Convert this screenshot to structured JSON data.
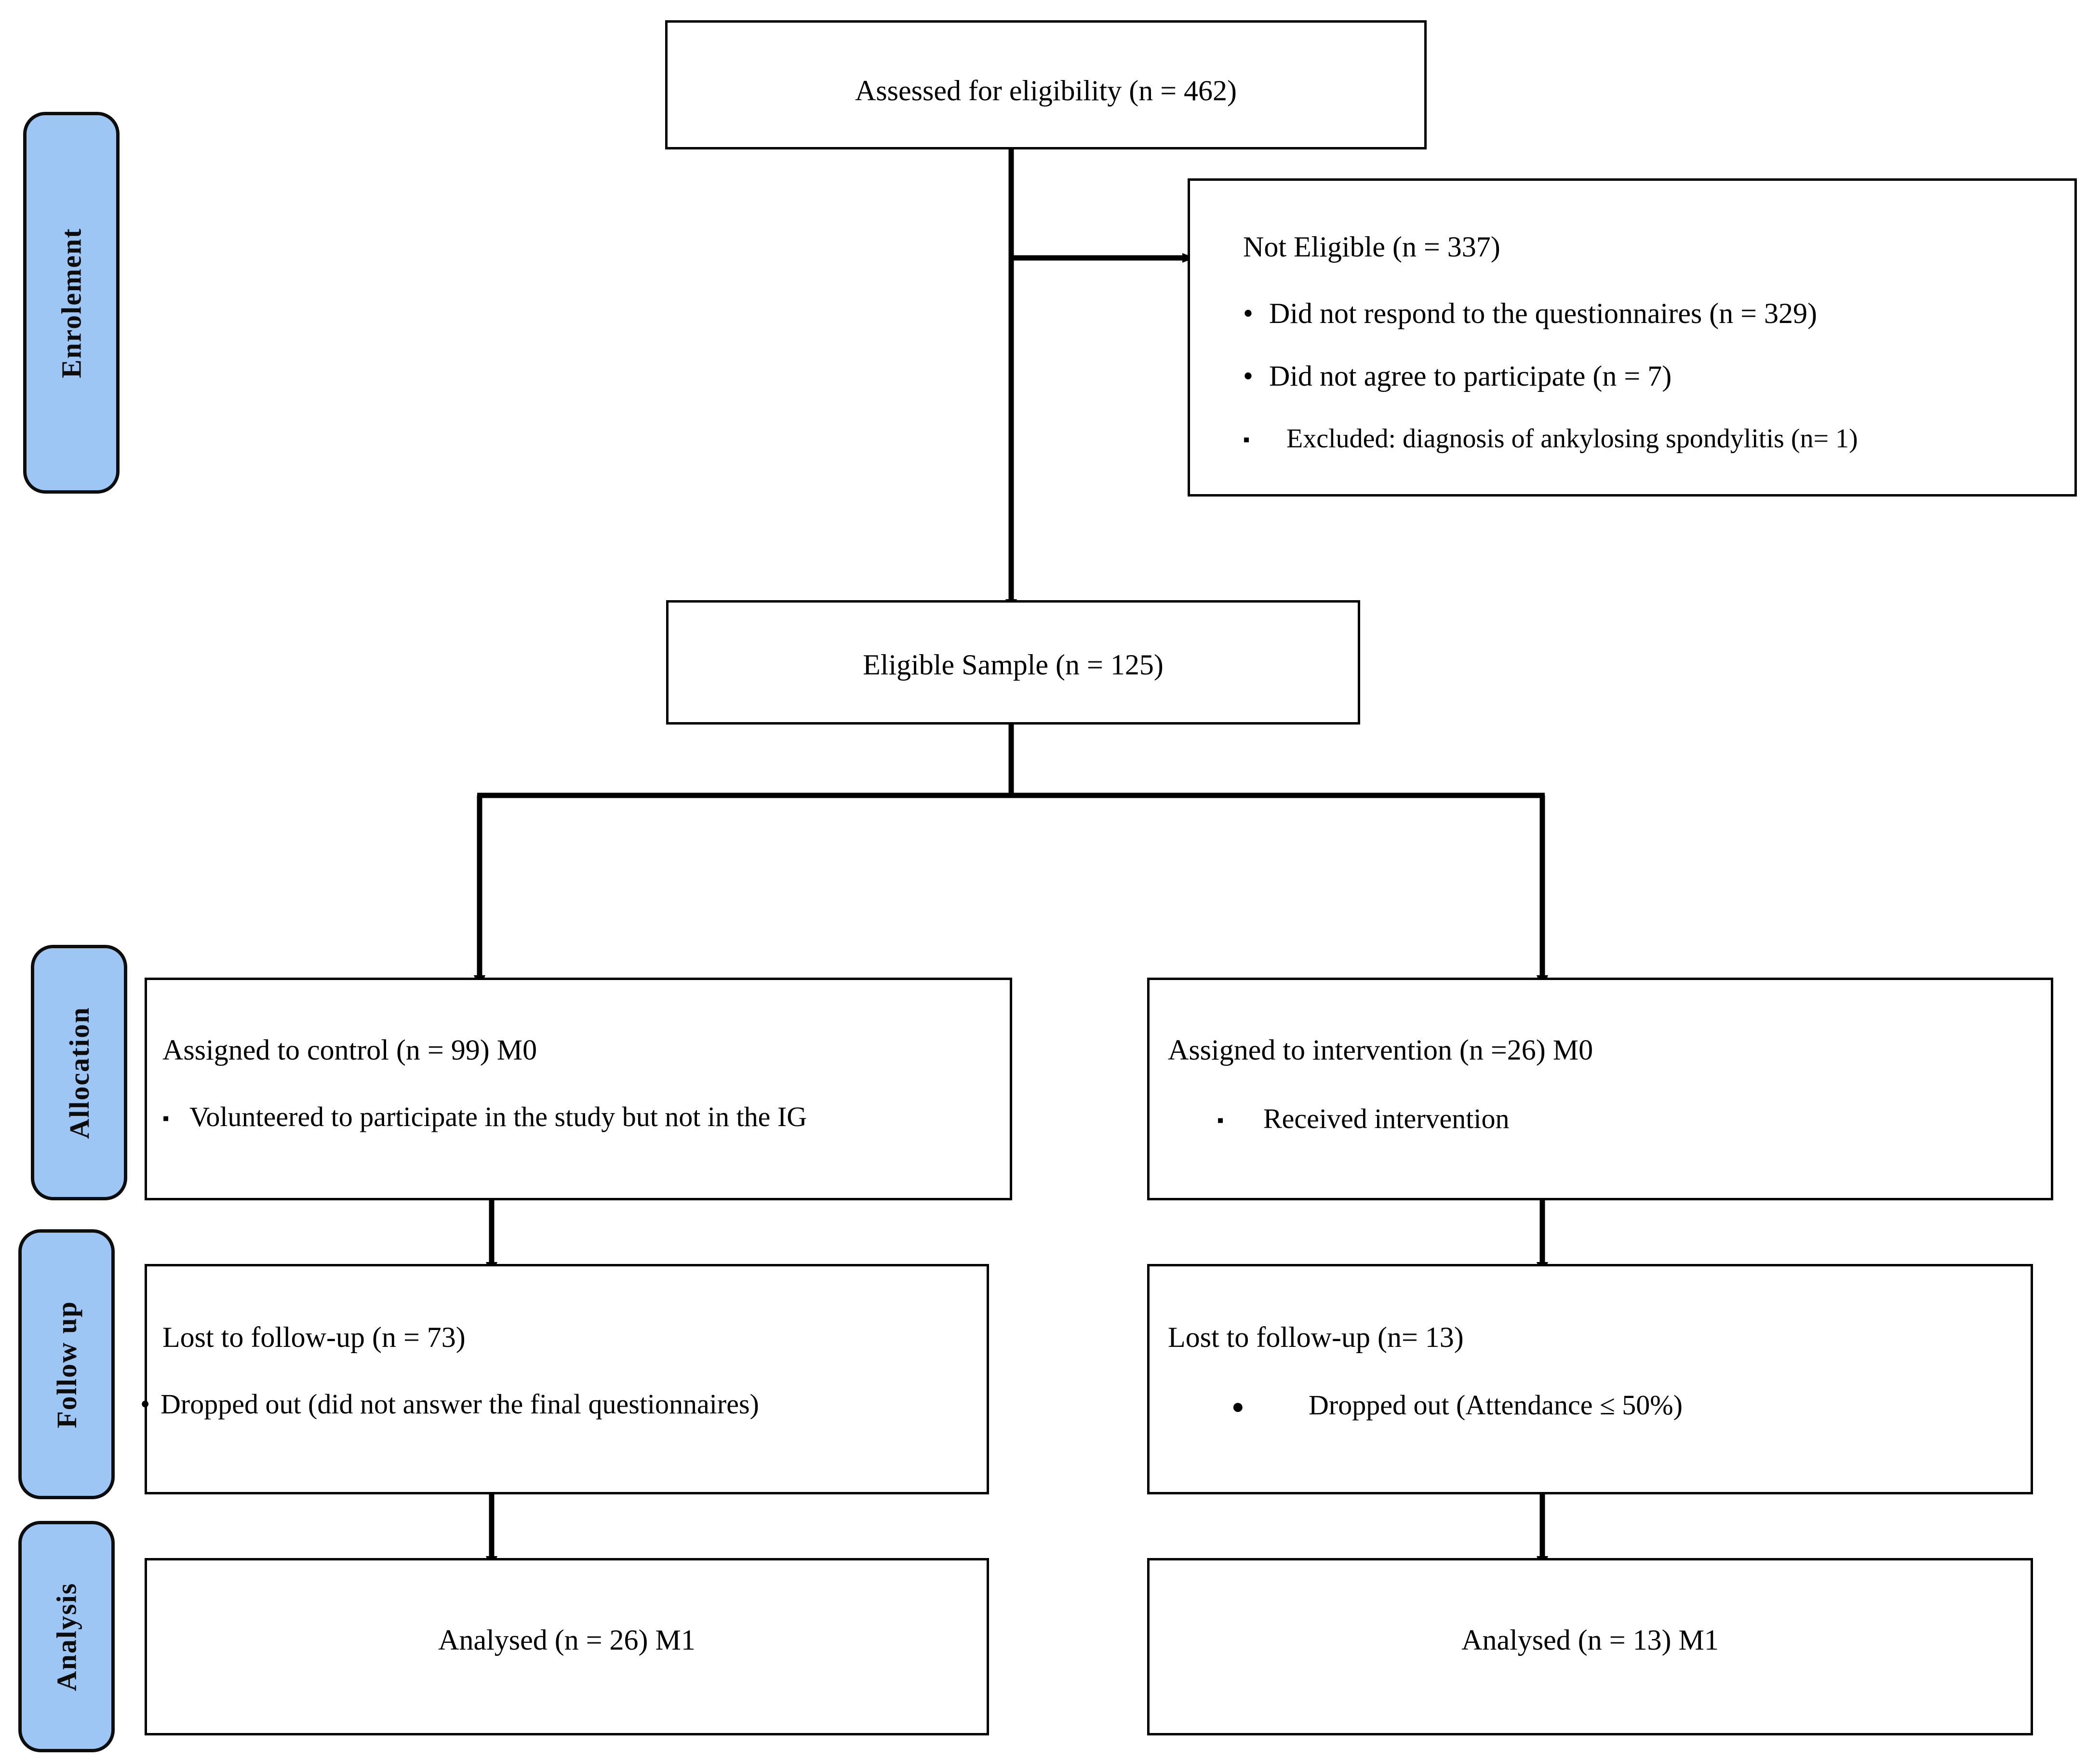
{
  "diagram": {
    "type": "consort-flow-diagram",
    "accent_blue": "#9DC6F5",
    "line_color": "#000000"
  },
  "stage_labels": [
    {
      "id": "enrolement",
      "label": "Enrolement"
    },
    {
      "id": "allocation",
      "label": "Allocation"
    },
    {
      "id": "follow-up",
      "label": "Follow up"
    },
    {
      "id": "analysis",
      "label": "Analysis"
    }
  ],
  "nodes": {
    "assessed": {
      "title": "Assessed  for eligibility  (n = 462)"
    },
    "not_eligible": {
      "title": "Not Eligible (n = 337)",
      "bullets": [
        {
          "marker": "•",
          "text": "Did not respond to the questionnaires (n = 329)"
        },
        {
          "marker": "•",
          "text": "Did not agree to participate (n = 7)"
        },
        {
          "marker": "▪",
          "text": "Excluded: diagnosis of ankylosing spondylitis (n= 1)"
        }
      ]
    },
    "eligible": {
      "title": "Eligible  Sample (n = 125)"
    },
    "alloc_control": {
      "title": "Assigned to control (n = 99) M0",
      "bullets": [
        {
          "marker": "▪",
          "text": "Volunteered to participate in the study but not in the IG"
        }
      ]
    },
    "alloc_intervention": {
      "title": "Assigned to intervention (n =26) M0",
      "bullets": [
        {
          "marker": "▪",
          "text": "Received intervention"
        }
      ]
    },
    "follow_control": {
      "title": "Lost to follow-up (n = 73)",
      "bullets": [
        {
          "marker": "•",
          "text": "Dropped out (did not answer the final questionnaires)"
        }
      ]
    },
    "follow_intervention": {
      "title": "Lost to follow-up (n= 13)",
      "bullets": [
        {
          "marker": "●",
          "text": "Dropped out (Attendance ≤ 50%)"
        }
      ]
    },
    "analysed_control": {
      "title": "Analysed (n = 26) M1"
    },
    "analysed_intervention": {
      "title": "Analysed (n = 13) M1"
    }
  }
}
